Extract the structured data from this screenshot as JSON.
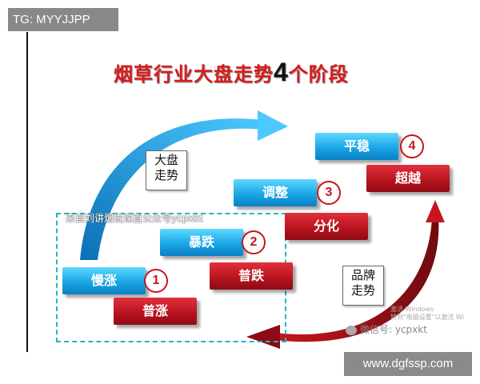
{
  "tag": "TG: MYYJJPP",
  "title_a": "烟草行业大盘走势",
  "title_num": "4",
  "title_b": "个阶段",
  "boxes": {
    "man_zhang": "慢涨",
    "pu_zhang": "普涨",
    "bao_die": "暴跌",
    "pu_die": "普跌",
    "tiao_zheng": "调整",
    "fen_hua": "分化",
    "ping_wen": "平稳",
    "chao_yue": "超越"
  },
  "stages": {
    "s1": "1",
    "s2": "2",
    "s3": "3",
    "s4": "4"
  },
  "note_market": {
    "l1": "大盘",
    "l2": "走势"
  },
  "note_brand": {
    "l1": "品牌",
    "l2": "走势"
  },
  "overlay_source": "来自刘讲烟说课直公众号ycpxkt",
  "windows_activation": {
    "l1": "激活 Windows",
    "l2": "转到\"电脑设置\"以激活 Wi"
  },
  "wechat_id": "微信号: ycpxkt",
  "site_url": "www.dgfssp.com",
  "colors": {
    "title_red": "#d81b1b",
    "box_blue": "#19a6e6",
    "box_red": "#b5121e",
    "arrow_blue": "#1a8fd6",
    "arrow_red": "#c8151d",
    "dashed_frame": "#2ab3c4"
  }
}
